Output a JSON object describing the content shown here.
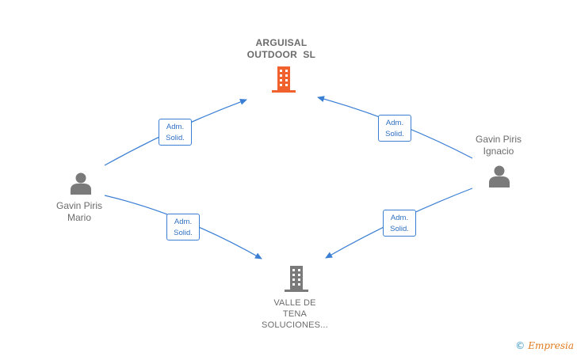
{
  "nodes": {
    "company_top": {
      "line1": "ARGUISAL",
      "line2": "OUTDOOR  SL",
      "icon": "building-icon",
      "color": "#f0612d"
    },
    "company_bottom": {
      "line1": "VALLE DE",
      "line2": "TENA",
      "line3": "SOLUCIONES...",
      "icon": "building-icon",
      "color": "#7a7a7a"
    },
    "person_left": {
      "line1": "Gavin Piris",
      "line2": "Mario",
      "icon": "person-icon",
      "color": "#7a7a7a"
    },
    "person_right": {
      "line1": "Gavin Piris",
      "line2": "Ignacio",
      "icon": "person-icon",
      "color": "#7a7a7a"
    }
  },
  "edges": [
    {
      "from": "person_left",
      "to": "company_top",
      "role_line1": "Adm.",
      "role_line2": "Solid."
    },
    {
      "from": "person_right",
      "to": "company_top",
      "role_line1": "Adm.",
      "role_line2": "Solid."
    },
    {
      "from": "person_left",
      "to": "company_bottom",
      "role_line1": "Adm.",
      "role_line2": "Solid."
    },
    {
      "from": "person_right",
      "to": "company_bottom",
      "role_line1": "Adm.",
      "role_line2": "Solid."
    }
  ],
  "colors": {
    "edge": "#3a7fd4"
  },
  "watermark": {
    "symbol": "©",
    "brand": "Empresia"
  }
}
